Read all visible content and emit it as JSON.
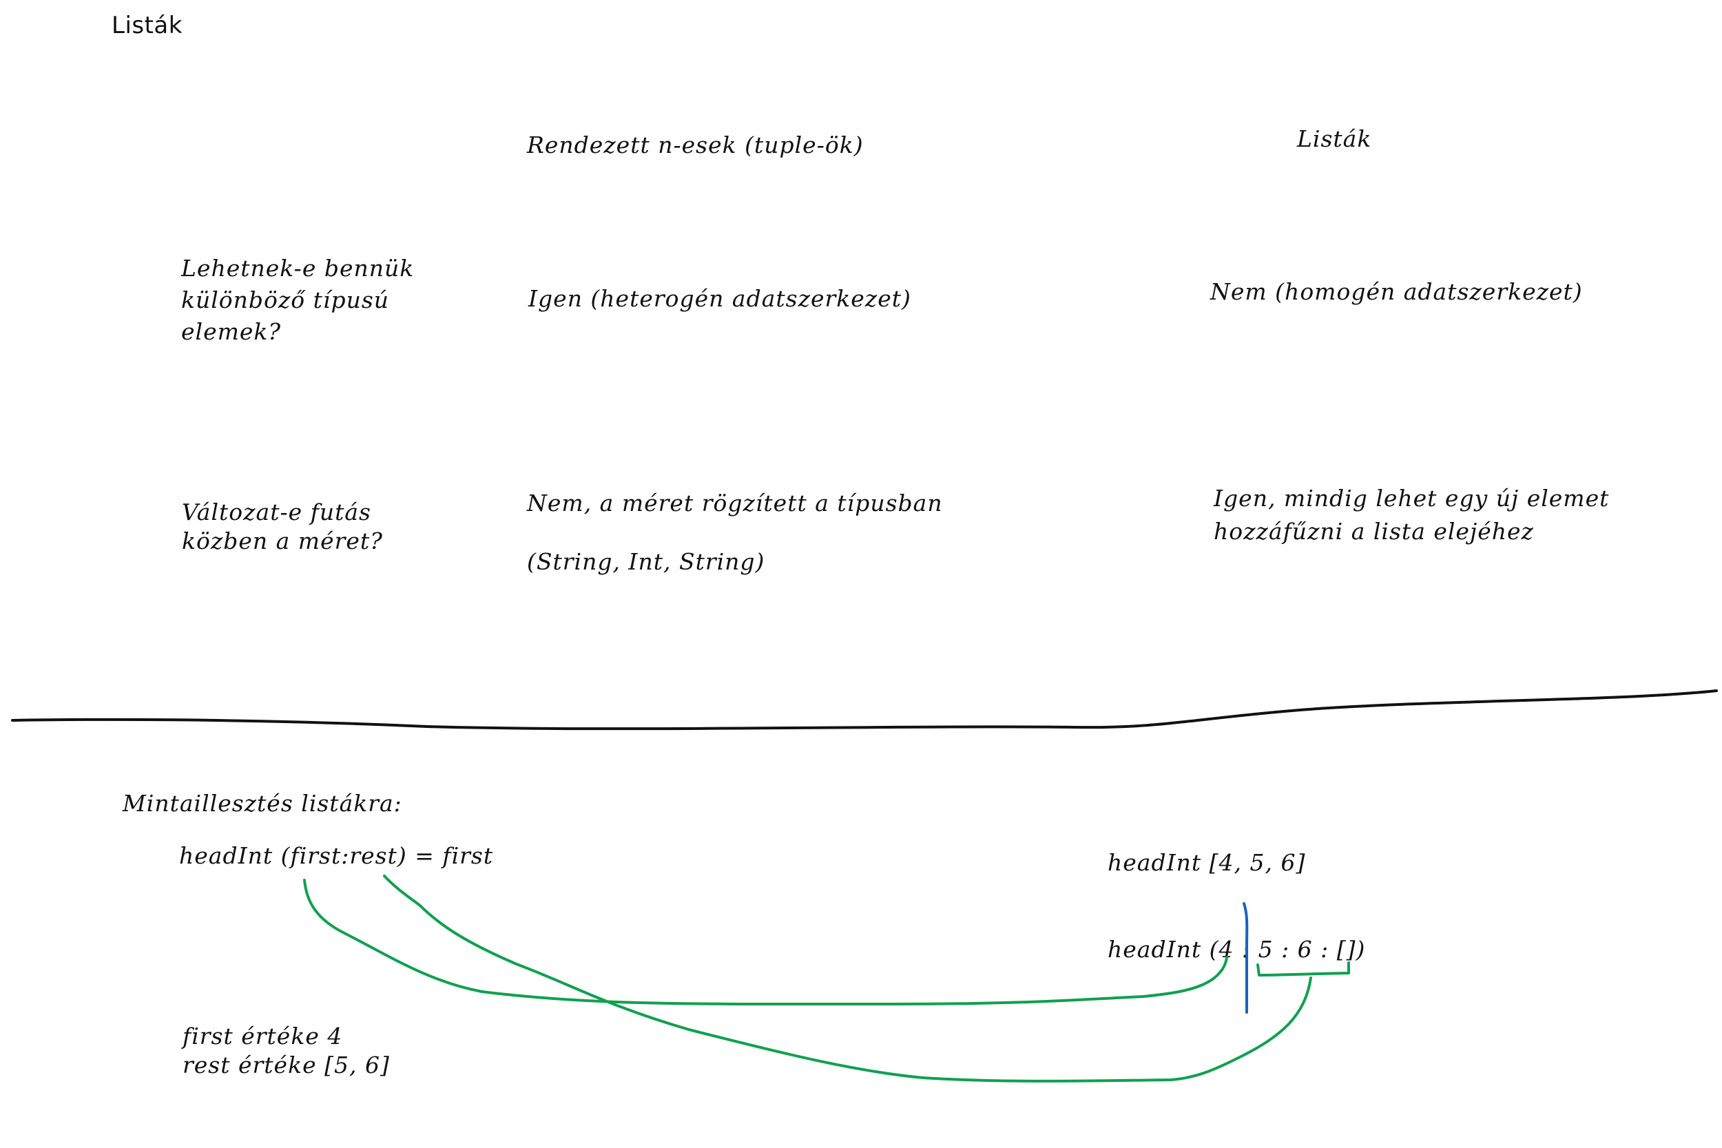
{
  "page": {
    "title": "Listák"
  },
  "table": {
    "col_tuple": "Rendezett n-esek (tuple-ök)",
    "col_list": "Listák",
    "row1": {
      "question": "Lehetnek-e bennük\nkülönböző típusú\nelemek?",
      "tuple": "Igen (heterogén adatszerkezet)",
      "list": "Nem (homogén adatszerkezet)"
    },
    "row2": {
      "question": "Változat-e futás\nközben a méret?",
      "tuple": "Nem, a méret rögzített a típusban",
      "tuple_example": "(String, Int, String)",
      "list": "Igen, mindig lehet egy új elemet\nhozzáfűzni a lista elejéhez"
    }
  },
  "pattern": {
    "heading": "Mintaillesztés listákra:",
    "definition": "headInt (first:rest) = first",
    "call_sugar": "headInt [4, 5, 6]",
    "call_desugared": "headInt (4 : 5 : 6 : [])",
    "result": "first értéke 4\nrest értéke [5, 6]"
  },
  "colors": {
    "ink": "#111111",
    "connector": "#10a050",
    "split_marker": "#1565c0"
  }
}
